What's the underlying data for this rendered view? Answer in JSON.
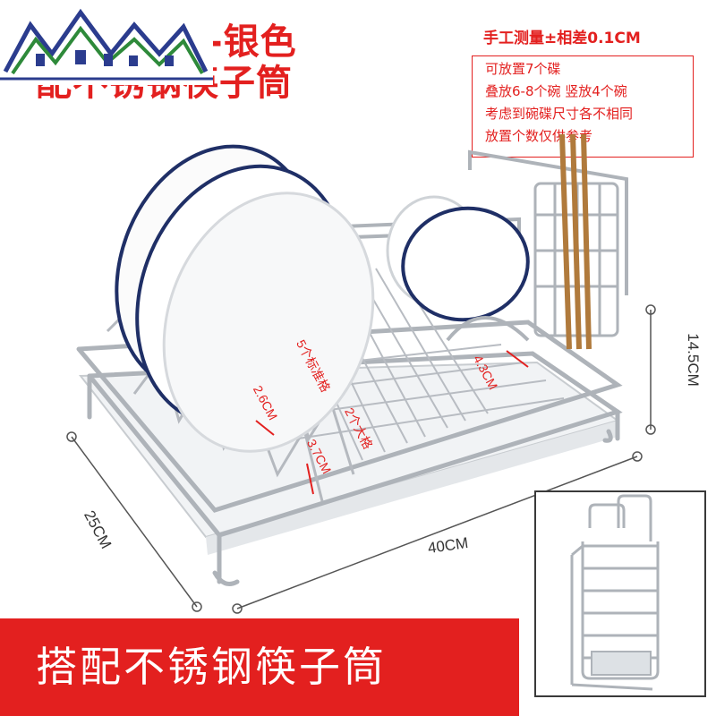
{
  "title": {
    "line1": "银色",
    "line2": "配不锈钢筷子筒",
    "line1_prefix": "-"
  },
  "measurement_note": "手工测量±相差0.1CM",
  "notes": [
    "可放置7个碟",
    "叠放6-8个碗  竖放4个碗",
    "考虑到碗碟尺寸各不相同",
    "放置个数仅供参考"
  ],
  "dimensions": {
    "depth": "25CM",
    "width": "40CM",
    "height": "14.5CM"
  },
  "annotations": {
    "standard_slots": "5个标准格",
    "large_slots": "2个大格",
    "standard_gap": "2.6CM",
    "large_gap": "3.7CM",
    "bowl_gap": "4.3CM"
  },
  "banner": {
    "text": "搭配不锈钢筷子筒"
  },
  "colors": {
    "accent": "#e3201f",
    "logo_blue": "#2b3c8e",
    "logo_green": "#2e8a3a",
    "steel": "#b8bcc2"
  },
  "icons": [
    "house-logo-icon",
    "dish-rack-image",
    "chopstick-holder-image"
  ]
}
